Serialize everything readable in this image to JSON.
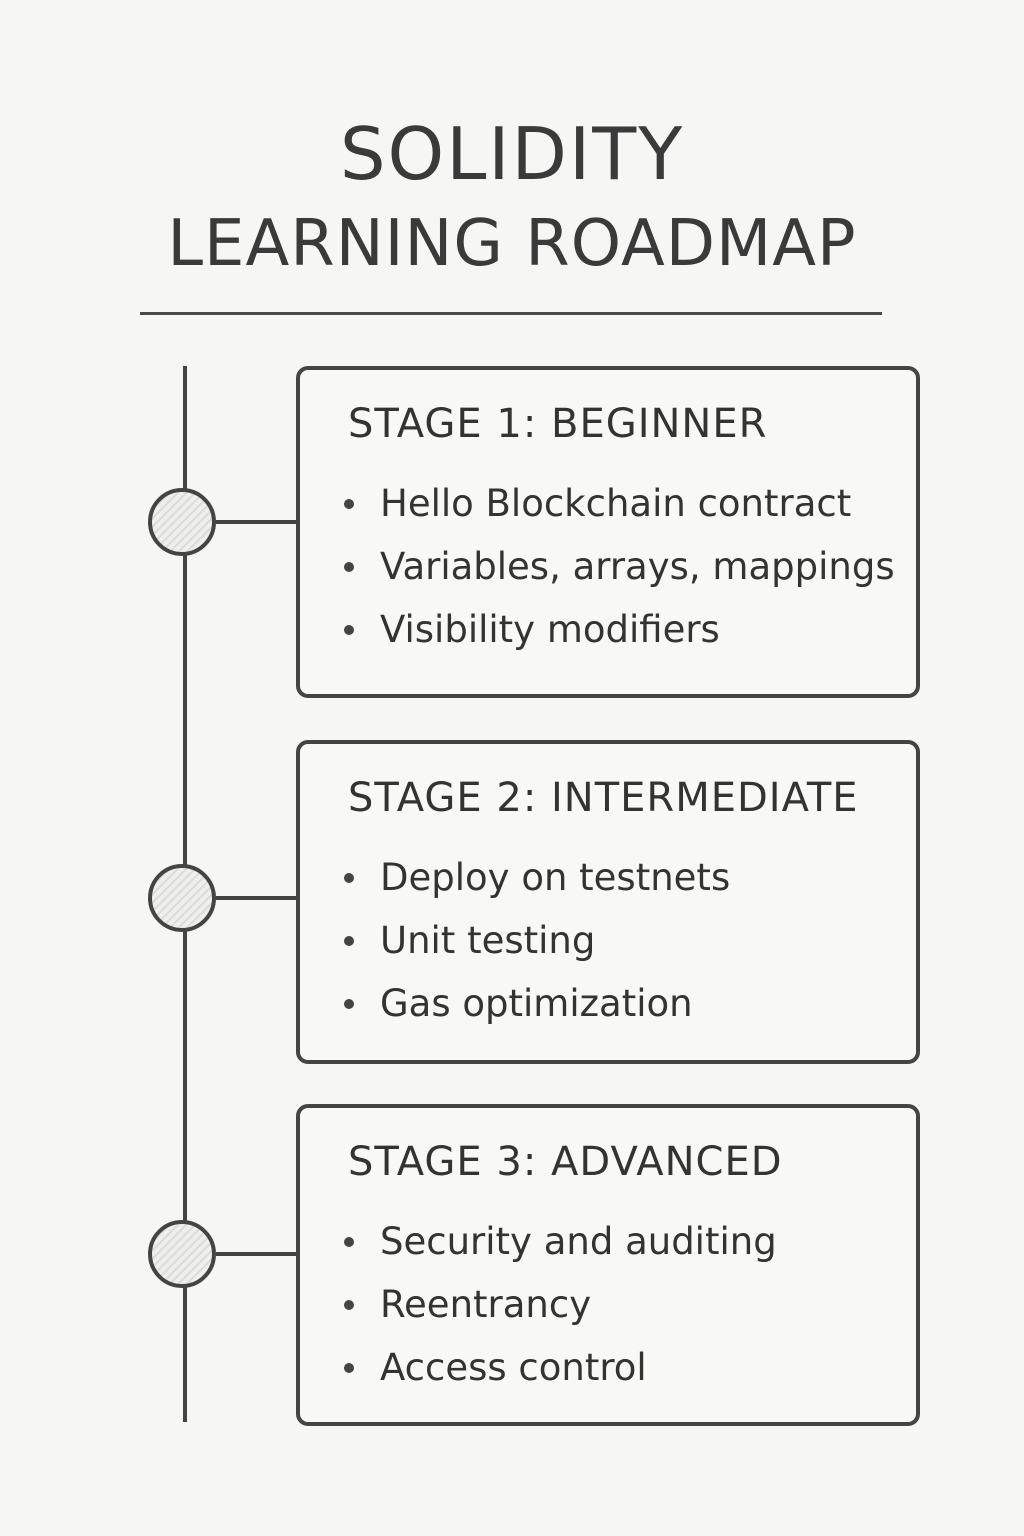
{
  "title": {
    "line1": "SOLIDITY",
    "line2": "LEARNING ROADMAP"
  },
  "stages": [
    {
      "title": "STAGE 1: BEGINNER",
      "items": [
        "Hello Blockchain contract",
        "Variables, arrays, mappings",
        "Visibility modifiers"
      ]
    },
    {
      "title": "STAGE 2: INTERMEDIATE",
      "items": [
        "Deploy on testnets",
        "Unit testing",
        "Gas optimization"
      ]
    },
    {
      "title": "STAGE 3: ADVANCED",
      "items": [
        "Security and auditing",
        "Reentrancy",
        "Access control"
      ]
    }
  ],
  "colors": {
    "background": "#f6f6f4",
    "ink": "#444444",
    "text": "#333333"
  }
}
